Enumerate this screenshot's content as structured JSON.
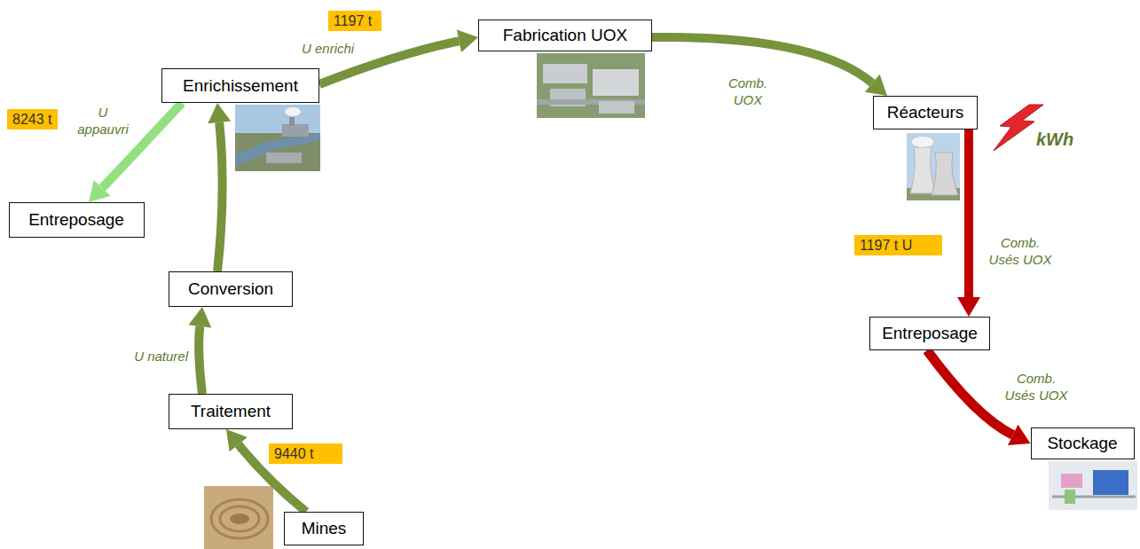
{
  "diagram": {
    "nodes": [
      {
        "text": [
          "Fabrication UOX"
        ]
      },
      {
        "text": [
          "Enrichissement"
        ]
      },
      {
        "text": [
          "Réacteurs"
        ]
      },
      {
        "text": [
          "Entreposage"
        ]
      },
      {
        "text": [
          "Conversion"
        ]
      },
      {
        "text": [
          "Entreposage"
        ]
      },
      {
        "text": [
          "Traitement"
        ]
      },
      {
        "text": [
          "Stockage"
        ]
      },
      {
        "text": [
          "Mines"
        ]
      }
    ],
    "edges": [
      {
        "from": 8,
        "to": 6,
        "arrow": "to"
      },
      {
        "from": 6,
        "to": 4,
        "label": "U naturel",
        "arrow": "to"
      },
      {
        "from": 4,
        "to": 1,
        "arrow": "to"
      },
      {
        "from": 1,
        "to": 0,
        "label": "U enrichi",
        "arrow": "to"
      },
      {
        "from": 0,
        "to": 2,
        "label": "Comb. UOX",
        "arrow": "to"
      },
      {
        "from": 1,
        "to": 3,
        "label": "U appauvri",
        "arrow": "to"
      },
      {
        "from": 2,
        "to": 5,
        "label": "Comb. Usés UOX",
        "arrow": "to"
      },
      {
        "from": 5,
        "to": 7,
        "label": "Comb. Usés UOX",
        "arrow": "to"
      }
    ],
    "labels": [
      "1197 t",
      "8243 t",
      "1197 t U",
      "9440 t",
      "kWh"
    ]
  }
}
